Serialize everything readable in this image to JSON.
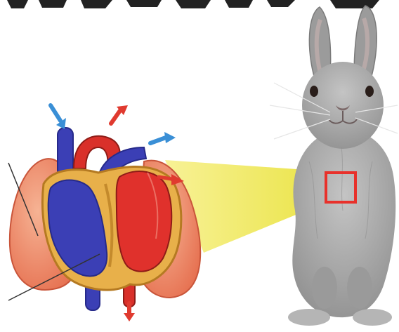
{
  "scene": {
    "subjects": [
      "heart-and-lungs-illustration",
      "rabbit-photo"
    ],
    "highlight": "chest-region-box"
  },
  "colors": {
    "background": "#ffffff",
    "highlight_box": "#e8312b",
    "projection_beam": "#f2ec5a",
    "deoxygenated": "#3b3fb5",
    "oxygenated": "#d9302a",
    "lung": "#ef8f6a",
    "arrow_blue": "#3a8fd6",
    "arrow_red": "#e03a2f",
    "fur": "#a9a9a9"
  },
  "icons": [
    "blue-arrow-icon",
    "red-arrow-icon"
  ]
}
